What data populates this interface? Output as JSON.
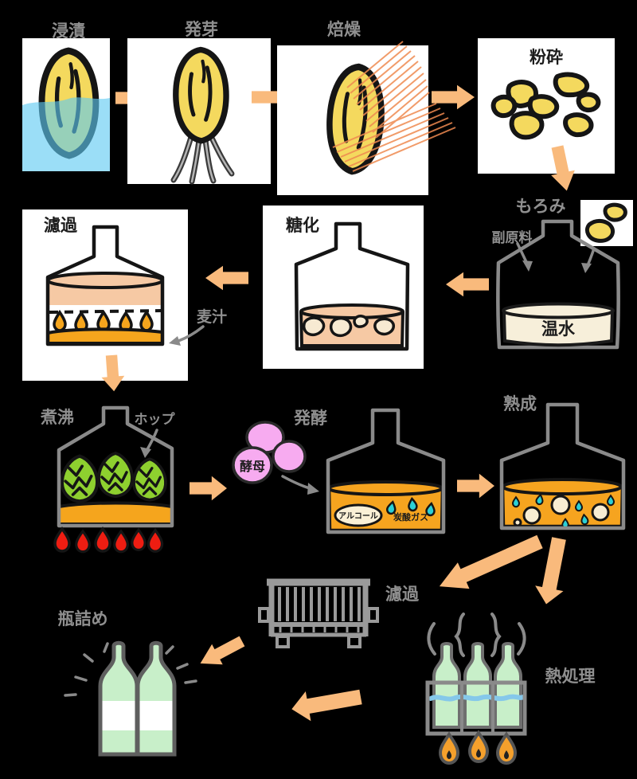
{
  "diagram": {
    "title_semantic": "beer-brewing-process-flow",
    "steps": {
      "steeping": "浸漬",
      "germination": "発芽",
      "kilning": "焙燥",
      "milling": "粉砕",
      "mash": "もろみ",
      "adjuncts": "副原料",
      "warm_water": "温水",
      "saccharification": "糖化",
      "lautering": "濾過",
      "wort": "麦汁",
      "boiling": "煮沸",
      "hops": "ホップ",
      "fermentation": "発酵",
      "yeast": "酵母",
      "alcohol": "アルコール",
      "co2_gas": "炭酸ガス",
      "maturation": "熟成",
      "filtration": "濾過",
      "heat_treatment": "熱処理",
      "bottling": "瓶詰め"
    },
    "colors": {
      "background": "#000000",
      "panel_white": "#ffffff",
      "arrow_orange": "#f9ba7c",
      "grain_yellow": "#f4d95e",
      "water_blue": "#5ec9f2",
      "mash_peach": "#f6c9a4",
      "wort_orange": "#f5a51d",
      "beer_orange": "#f6a41f",
      "cream": "#f7efda",
      "yeast_pink": "#f7abf0",
      "hop_green": "#8ed02f",
      "flame_red": "#ee1d12",
      "flame_orange": "#f5a02c",
      "bottle_green": "#c8efc9",
      "co2_cyan": "#2bd0d6",
      "ink_on_dark": "#8a8a8a",
      "ink_on_light": "#151515"
    }
  }
}
